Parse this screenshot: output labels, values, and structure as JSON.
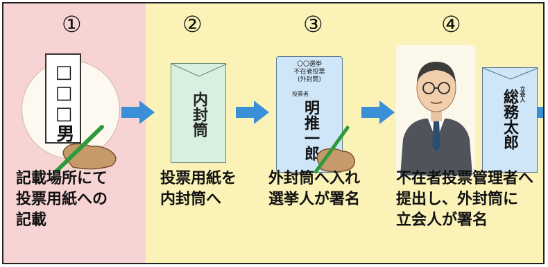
{
  "steps": [
    {
      "number": "①",
      "caption": "記載場所にて\n投票用紙への\n記載",
      "ballot_name": "□□□男"
    },
    {
      "number": "②",
      "caption": "投票用紙を\n内封筒へ",
      "envelope_label": "内封筒"
    },
    {
      "number": "③",
      "caption": "外封筒へ入れ\n選挙人が署名",
      "envelope_header": "〇〇選挙\n不在者投票\n(外封筒)",
      "voter_tag": "投票者",
      "voter_name": "明推一郎"
    },
    {
      "number": "④",
      "caption": "不在者投票管理者へ\n提出し、外封筒に\n立会人が署名",
      "witness_tag": "立会人",
      "witness_name": "総務太郎"
    }
  ],
  "colors": {
    "step1_bg": "#f7d3d3",
    "steps_bg": "#fbf2b8",
    "arrow": "#3a8fd6",
    "pen": "#2e9a3a"
  },
  "icons": [
    "hand-writing-icon",
    "arrow-right-icon",
    "envelope-icon",
    "official-person-icon"
  ]
}
